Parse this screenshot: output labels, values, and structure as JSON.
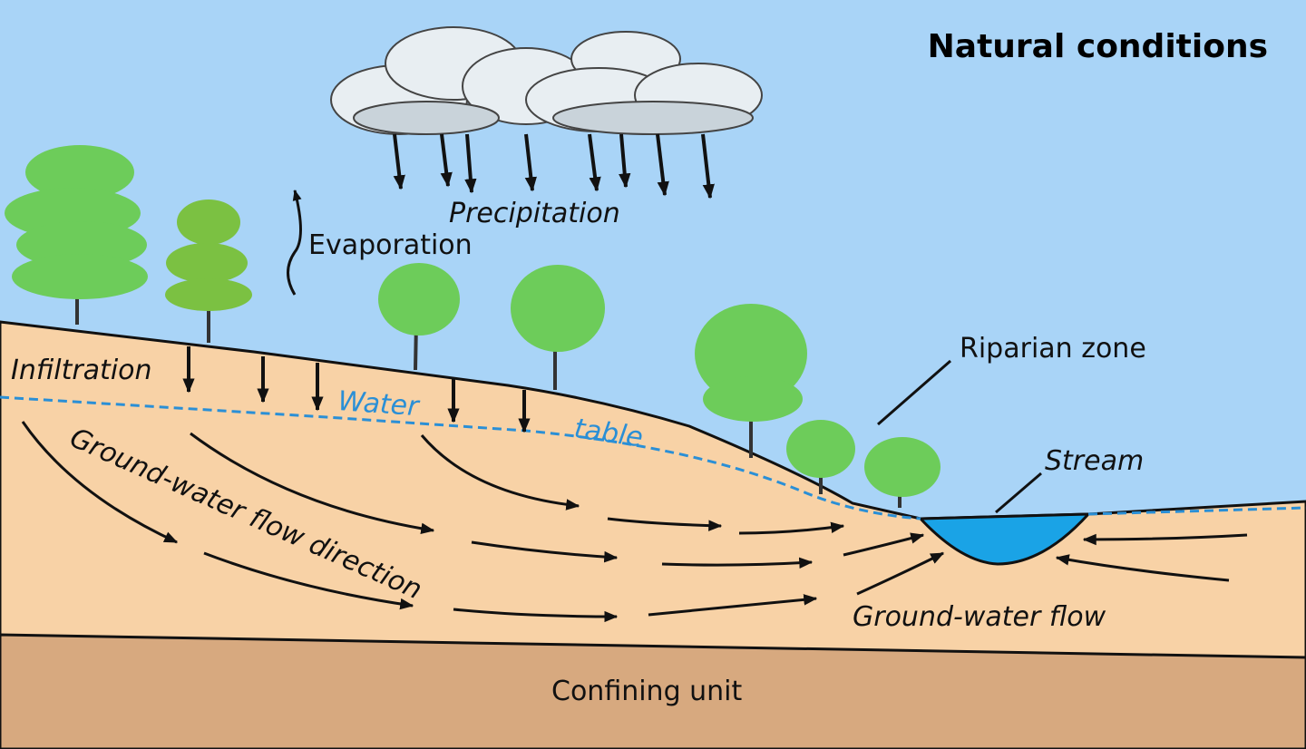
{
  "title": "Natural conditions",
  "labels": {
    "precipitation": "Precipitation",
    "evaporation": "Evaporation",
    "infiltration": "Infiltration",
    "water": "Water",
    "table": "table",
    "riparian_zone": "Riparian zone",
    "stream": "Stream",
    "gw_flow_direction": "Ground-water flow direction",
    "gw_flow": "Ground-water flow",
    "confining_unit": "Confining unit"
  },
  "colors": {
    "sky": "#a9d4f7",
    "aquifer": "#f8d2a6",
    "confining_unit": "#d7a97f",
    "stream": "#1aa3e6",
    "water_table": "#2a8fd6",
    "tree": "#6dcc5a",
    "cloud": "#e8eef2"
  }
}
